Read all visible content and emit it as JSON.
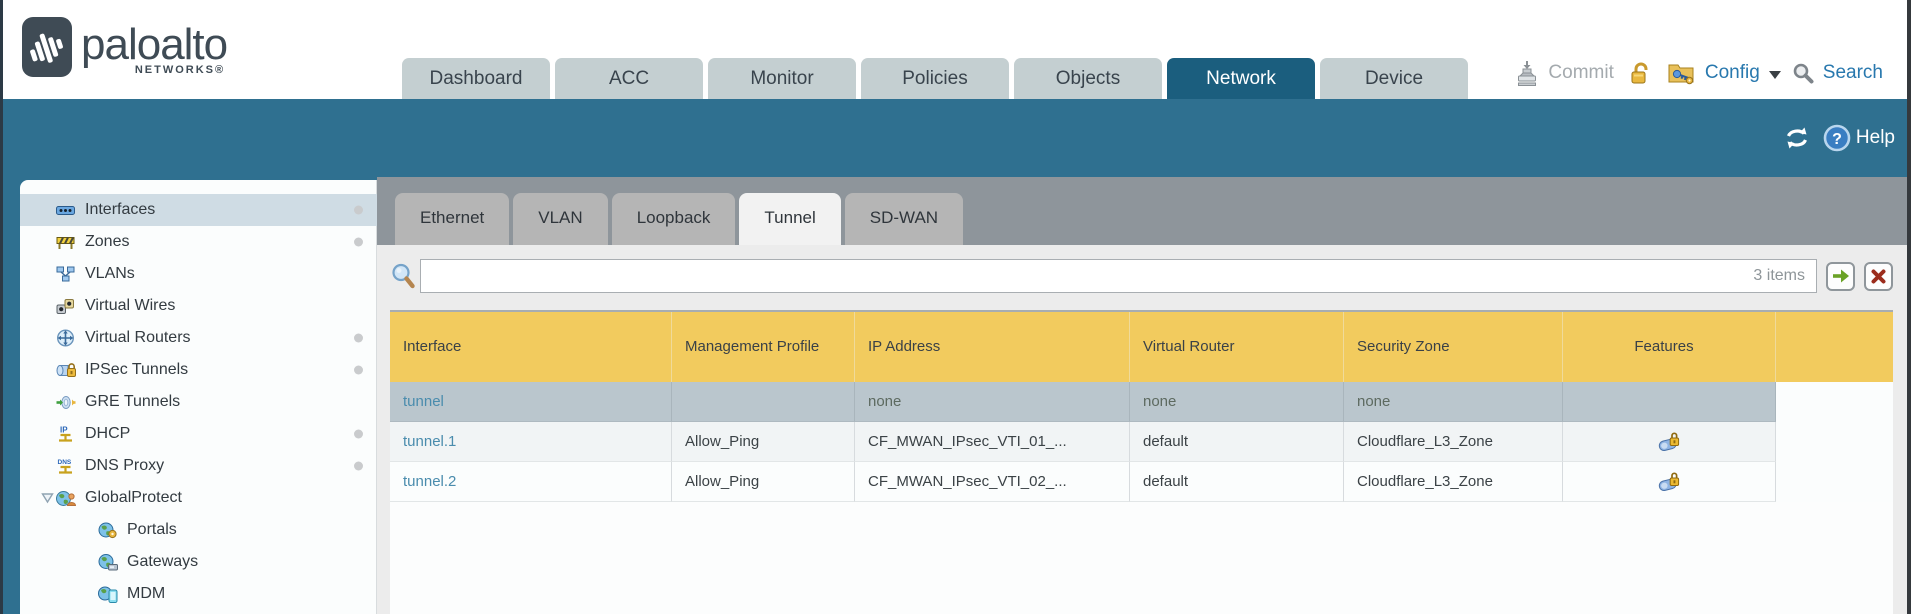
{
  "brand": {
    "word": "paloalto",
    "sub": "NETWORKS®"
  },
  "nav": {
    "tabs": [
      {
        "label": "Dashboard",
        "state": ""
      },
      {
        "label": "ACC",
        "state": ""
      },
      {
        "label": "Monitor",
        "state": ""
      },
      {
        "label": "Policies",
        "state": ""
      },
      {
        "label": "Objects",
        "state": ""
      },
      {
        "label": "Network",
        "state": "active"
      },
      {
        "label": "Device",
        "state": ""
      }
    ]
  },
  "utility": {
    "commit_label": "Commit",
    "config_label": "Config",
    "search_label": "Search"
  },
  "toolbar": {
    "help_label": "Help"
  },
  "sidebar": {
    "items": [
      {
        "label": "Interfaces",
        "icon": "interfaces-icon",
        "state": "selected",
        "dot": true,
        "expander": false
      },
      {
        "label": "Zones",
        "icon": "zones-icon",
        "state": "",
        "dot": true,
        "expander": false
      },
      {
        "label": "VLANs",
        "icon": "vlans-icon",
        "state": "",
        "dot": false,
        "expander": false
      },
      {
        "label": "Virtual Wires",
        "icon": "virtual-wires-icon",
        "state": "",
        "dot": false,
        "expander": false
      },
      {
        "label": "Virtual Routers",
        "icon": "virtual-routers-icon",
        "state": "",
        "dot": true,
        "expander": false
      },
      {
        "label": "IPSec Tunnels",
        "icon": "ipsec-tunnels-icon",
        "state": "",
        "dot": true,
        "expander": false
      },
      {
        "label": "GRE Tunnels",
        "icon": "gre-tunnels-icon",
        "state": "",
        "dot": false,
        "expander": false
      },
      {
        "label": "DHCP",
        "icon": "dhcp-icon",
        "state": "",
        "dot": true,
        "expander": false
      },
      {
        "label": "DNS Proxy",
        "icon": "dns-proxy-icon",
        "state": "",
        "dot": true,
        "expander": false
      },
      {
        "label": "GlobalProtect",
        "icon": "globalprotect-icon",
        "state": "",
        "dot": false,
        "expander": true
      },
      {
        "label": "Portals",
        "icon": "portals-icon",
        "state": "child",
        "dot": false,
        "expander": false
      },
      {
        "label": "Gateways",
        "icon": "gateways-icon",
        "state": "child",
        "dot": false,
        "expander": false
      },
      {
        "label": "MDM",
        "icon": "mdm-icon",
        "state": "child",
        "dot": false,
        "expander": false
      }
    ]
  },
  "subtabs": [
    {
      "label": "Ethernet",
      "state": ""
    },
    {
      "label": "VLAN",
      "state": ""
    },
    {
      "label": "Loopback",
      "state": ""
    },
    {
      "label": "Tunnel",
      "state": "active"
    },
    {
      "label": "SD-WAN",
      "state": ""
    }
  ],
  "search": {
    "count_label": "3 items"
  },
  "table": {
    "columns": [
      "Interface",
      "Management Profile",
      "IP Address",
      "Virtual Router",
      "Security Zone",
      "Features"
    ],
    "rows": [
      {
        "interface": "tunnel",
        "mgmt": "",
        "ip": "none",
        "vr": "none",
        "zone": "none",
        "has_features": false,
        "features_icon": "features-lock-icon",
        "state": "selected"
      },
      {
        "interface": "tunnel.1",
        "mgmt": "Allow_Ping",
        "ip": "CF_MWAN_IPsec_VTI_01_...",
        "vr": "default",
        "zone": "Cloudflare_L3_Zone",
        "has_features": true,
        "features_icon": "features-lock-icon",
        "state": "alt"
      },
      {
        "interface": "tunnel.2",
        "mgmt": "Allow_Ping",
        "ip": "CF_MWAN_IPsec_VTI_02_...",
        "vr": "default",
        "zone": "Cloudflare_L3_Zone",
        "has_features": true,
        "features_icon": "features-lock-icon",
        "state": "plain"
      }
    ]
  },
  "colors": {
    "teal_bar": "#2f7090",
    "active_tab": "#1b5e7e",
    "table_header_gold": "#f2cb5e",
    "selected_row": "#bac6cd",
    "link_blue": "#4a8cad",
    "utility_blue": "#2878ae"
  }
}
